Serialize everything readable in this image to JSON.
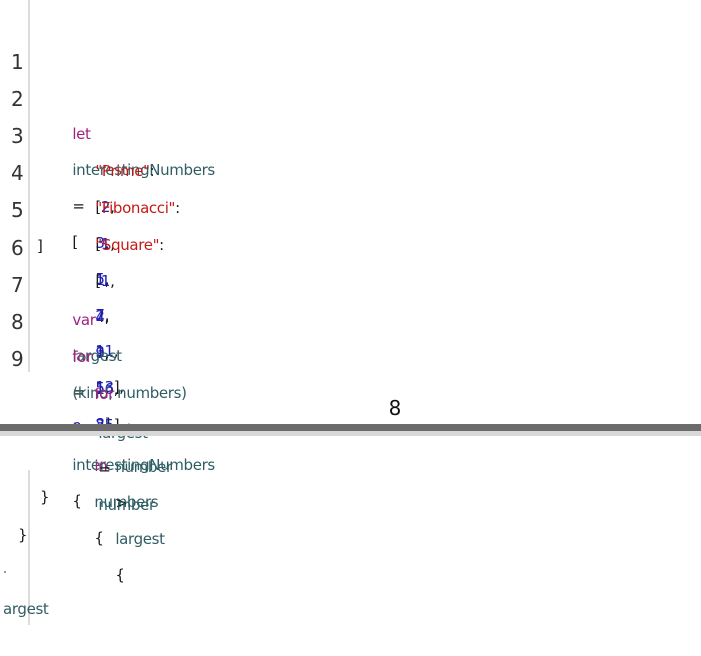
{
  "editor": {
    "lines": [
      {
        "number": "1",
        "tokens": [
          "let",
          "interestingNumbers",
          "=",
          "["
        ]
      },
      {
        "number": "2",
        "tokens": [
          "\"Prime\"",
          ":",
          "[",
          "2",
          "3",
          "5",
          "7",
          "11",
          "13",
          "],"
        ]
      },
      {
        "number": "3",
        "tokens": [
          "\"Fibonacci\"",
          ":",
          "[",
          "1",
          "1",
          "2",
          "3",
          "5",
          "8",
          "],"
        ]
      },
      {
        "number": "4",
        "tokens": [
          "\"Square\"",
          ":",
          "[",
          "1",
          "4",
          "9",
          "16",
          "25",
          "],"
        ]
      },
      {
        "number": "5",
        "tokens": [
          "]"
        ]
      },
      {
        "number": "6",
        "tokens": [
          "var",
          "largest",
          "=",
          "0"
        ]
      },
      {
        "number": "7",
        "tokens": [
          "for",
          "(kind, numbers)",
          "in",
          "interestingNumbers",
          "{"
        ]
      },
      {
        "number": "8",
        "tokens": [
          "for",
          "number",
          "in",
          "numbers",
          "{"
        ]
      },
      {
        "number": "9",
        "tokens": [
          "if",
          "number",
          ">",
          "largest",
          "{"
        ]
      },
      {
        "number": "",
        "tokens": [
          "largest",
          "=",
          "number"
        ]
      }
    ]
  },
  "page_number": "8",
  "continuation": {
    "lines": [
      "}",
      "}",
      "argest"
    ]
  }
}
